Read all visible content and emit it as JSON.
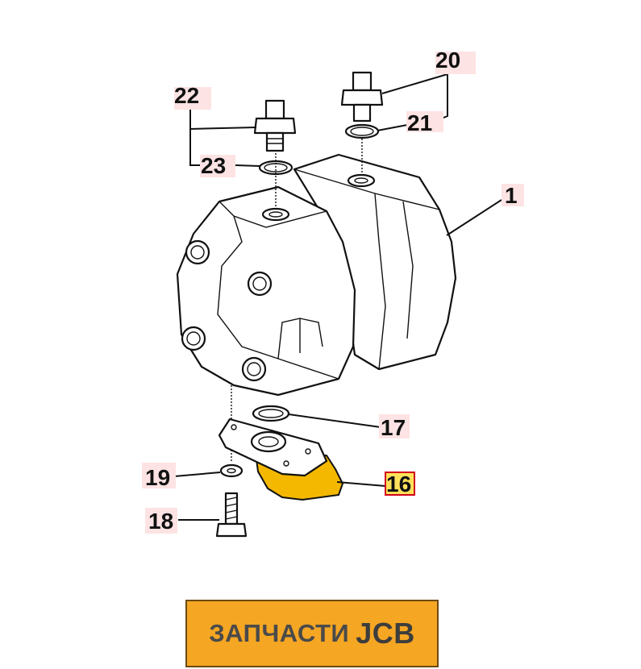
{
  "callouts": {
    "c1": "1",
    "c16": "16",
    "c17": "17",
    "c18": "18",
    "c19": "19",
    "c20": "20",
    "c21": "21",
    "c22": "22",
    "c23": "23"
  },
  "highlight": {
    "part": "16",
    "fill_color": "#f5b800",
    "box_color": "#d0021b"
  },
  "banner": {
    "text": "ЗАПЧАСТИ",
    "brand": "JCB",
    "background": "#f5a623"
  }
}
